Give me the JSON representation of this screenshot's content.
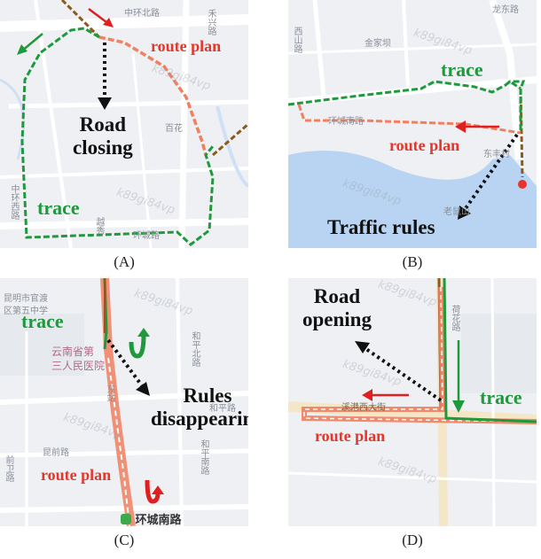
{
  "captions": [
    "(A)",
    "(B)",
    "(C)",
    "(D)"
  ],
  "watermark": "k89gi84vp",
  "panel_a": {
    "route_plan": "route plan",
    "trace": "trace",
    "event_line1": "Road",
    "event_line2": "closing",
    "roads": [
      "中环北路",
      "禾兴路",
      "百花",
      "中环西路",
      "环城路",
      "越秀"
    ]
  },
  "panel_b": {
    "route_plan": "route plan",
    "trace": "trace",
    "event": "Traffic rules",
    "roads": [
      "西山路",
      "金家坝",
      "龙东路",
      "环城南路",
      "东丰村",
      "老鼠山"
    ]
  },
  "panel_c": {
    "route_plan": "route plan",
    "trace": "trace",
    "event_line1": "Rules",
    "event_line2": "disappearing",
    "poi": [
      "昆明市官渡",
      "区第五中学",
      "云南省第",
      "三人民医院"
    ],
    "roads": [
      "和平北路",
      "和平路",
      "和平南路",
      "昆前路",
      "前卫路",
      "东站"
    ],
    "badge": "环城南路"
  },
  "panel_d": {
    "route_plan": "route plan",
    "trace": "trace",
    "event_line1": "Road",
    "event_line2": "opening",
    "roads": [
      "荷花路",
      "溪港西大街"
    ]
  },
  "colors": {
    "trace": "#1e9a3c",
    "route_plan": "#f08060",
    "arrow_red": "#e02020",
    "brown": "#8b5a1e",
    "water": "#b8d4f2"
  }
}
